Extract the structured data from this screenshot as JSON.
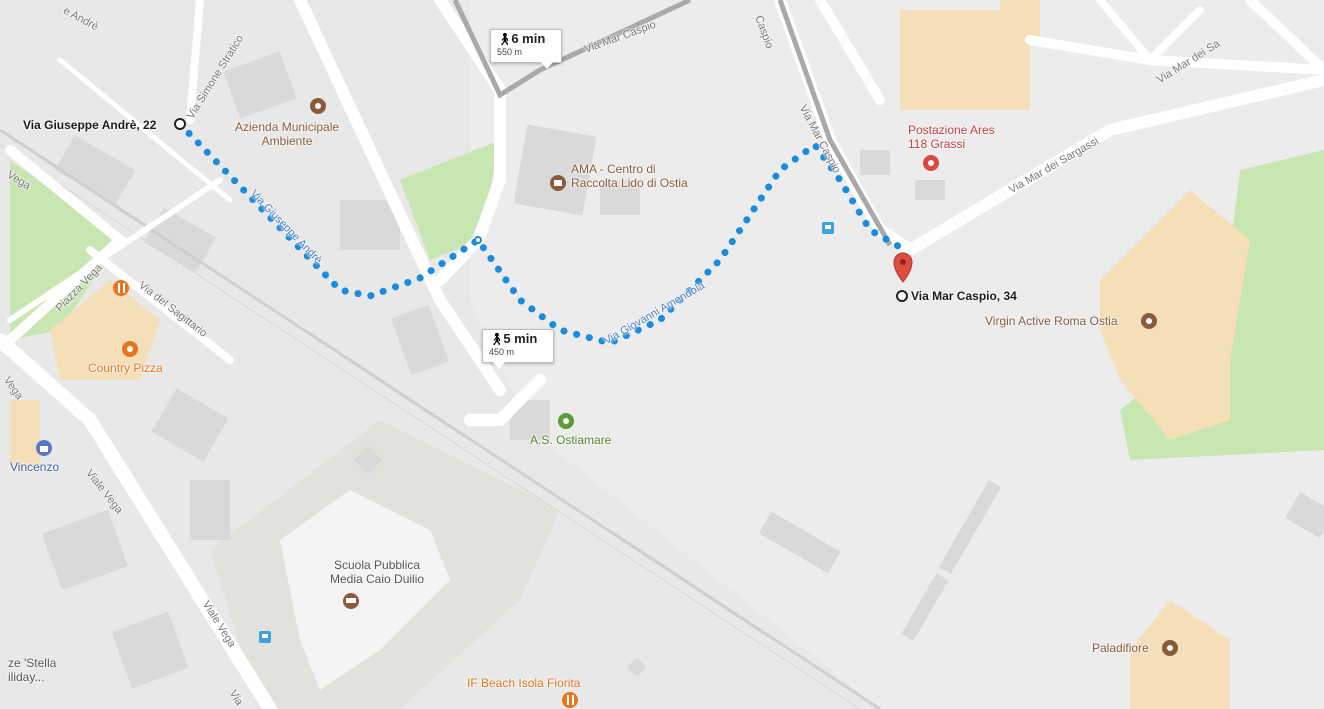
{
  "map": {
    "addresses": {
      "start": "Via Giuseppe Andrè, 22",
      "end": "Via Mar Caspio, 34"
    },
    "route_callouts": [
      {
        "time": "6 min",
        "distance": "550 m"
      },
      {
        "time": "5 min",
        "distance": "450 m"
      }
    ],
    "pois": {
      "ama_azienda": "Azienda Municipale\nAmbiente",
      "ama_centro": "AMA - Centro di\nRaccolta Lido di Ostia",
      "ares": "Postazione Ares\n118 Grassi",
      "virgin": "Virgin Active Roma Ostia",
      "country_pizza": "Country Pizza",
      "ostiamare": "A.S. Ostiamare",
      "scuola": "Scuola Pubblica\nMedia Caio Duilio",
      "vincenzo": "Vincenzo",
      "paladifiore": "Paladifiore",
      "if_beach": "IF Beach Isola Fiorita",
      "stella": "ze 'Stella\niliday..."
    },
    "streets": {
      "andre_top": "e Andrè",
      "simone_stratico": "Via Simone Stratico",
      "mar_caspio_top": "Via Mar Caspio",
      "caspio_top": "Caspio",
      "mar_caspio_mid": "Via Mar Caspio",
      "mar_dei_sargassi_1": "Via Mar dei Sargassi",
      "mar_dei_sargassi_2": "Via Mar dei Sa",
      "giuseppe_andre": "Via Giuseppe Andrè",
      "giovanni_amendola": "Via Giovanni Amendola",
      "vega_left": "Vega",
      "piazza_vega": "Piazza Vega",
      "via_del_sagittario": "Via del Sagittario",
      "vega_left2": "Vega",
      "viale_vega_1": "Viale Vega",
      "viale_vega_2": "Viale Vega",
      "via_bottom": "Via"
    },
    "colors": {
      "route": "#1a8ce0",
      "land": "#e9e9e9",
      "road": "#ffffff",
      "building": "#dadada",
      "park": "#c8e6b2",
      "sand": "#f5dfb8",
      "pin": "#e04b3f"
    }
  }
}
